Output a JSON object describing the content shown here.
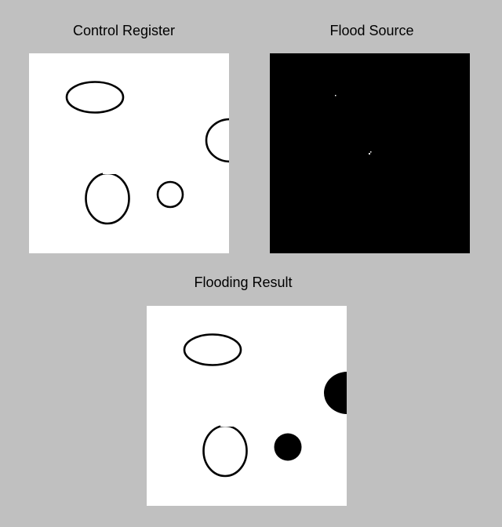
{
  "figure": {
    "background_color": "#c0c0c0",
    "panels": [
      {
        "title": "Control Register",
        "image_background": "#ffffff",
        "mark_color": "#000000"
      },
      {
        "title": "Flood Source",
        "image_background": "#000000",
        "mark_color": "#ffffff"
      },
      {
        "title": "Flooding Result",
        "image_background": "#ffffff",
        "mark_color": "#000000"
      }
    ]
  }
}
